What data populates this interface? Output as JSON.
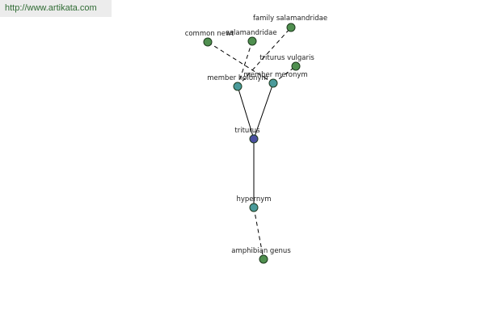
{
  "watermark": "http://www.artikata.com",
  "colors": {
    "leaf": "#4f8f4f",
    "relation": "#4a9a9a",
    "center": "#4a4fa0"
  },
  "graph": {
    "nodes": [
      {
        "id": "triturus",
        "label": "triturus",
        "kind": "center"
      },
      {
        "id": "member-holonym",
        "label": "member holonym",
        "kind": "relation"
      },
      {
        "id": "member-meronym",
        "label": "member meronym",
        "kind": "relation"
      },
      {
        "id": "hypernym",
        "label": "hypernym",
        "kind": "relation"
      },
      {
        "id": "common-newt",
        "label": "common newt",
        "kind": "leaf"
      },
      {
        "id": "salamandridae",
        "label": "salamandridae",
        "kind": "leaf"
      },
      {
        "id": "family-salamandridae",
        "label": "family salamandridae",
        "kind": "leaf"
      },
      {
        "id": "triturus-vulgaris",
        "label": "triturus vulgaris",
        "kind": "leaf"
      },
      {
        "id": "amphibian-genus",
        "label": "amphibian genus",
        "kind": "leaf"
      }
    ],
    "edges": [
      {
        "from": "triturus",
        "to": "member-holonym",
        "style": "solid"
      },
      {
        "from": "triturus",
        "to": "member-meronym",
        "style": "solid"
      },
      {
        "from": "triturus",
        "to": "hypernym",
        "style": "solid"
      },
      {
        "from": "member-holonym",
        "to": "salamandridae",
        "style": "dashed"
      },
      {
        "from": "member-holonym",
        "to": "family-salamandridae",
        "style": "dashed"
      },
      {
        "from": "member-meronym",
        "to": "common-newt",
        "style": "dashed"
      },
      {
        "from": "member-meronym",
        "to": "triturus-vulgaris",
        "style": "dashed"
      },
      {
        "from": "hypernym",
        "to": "amphibian-genus",
        "style": "dashed"
      }
    ]
  }
}
